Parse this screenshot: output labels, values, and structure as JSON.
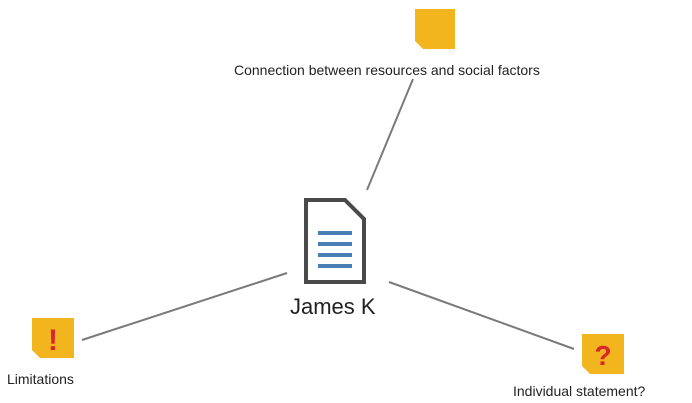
{
  "colors": {
    "tag": "#F2B51E",
    "tag_glyph": "#D9262C",
    "edge": "#7A7A7A",
    "document_outline": "#4A4A4A",
    "document_lines": "#4A7FB5",
    "text": "#222222"
  },
  "nodes": {
    "center": {
      "label": "James K",
      "icon": "document-icon"
    },
    "top": {
      "label": "Connection between resources and social factors",
      "icon": "tag-icon",
      "glyph": ""
    },
    "left": {
      "label": "Limitations",
      "icon": "tag-warning-icon",
      "glyph": "!"
    },
    "right": {
      "label": "Individual statement?",
      "icon": "tag-question-icon",
      "glyph": "?"
    }
  },
  "edges": [
    {
      "from": "center",
      "to": "top"
    },
    {
      "from": "center",
      "to": "left"
    },
    {
      "from": "center",
      "to": "right"
    }
  ]
}
